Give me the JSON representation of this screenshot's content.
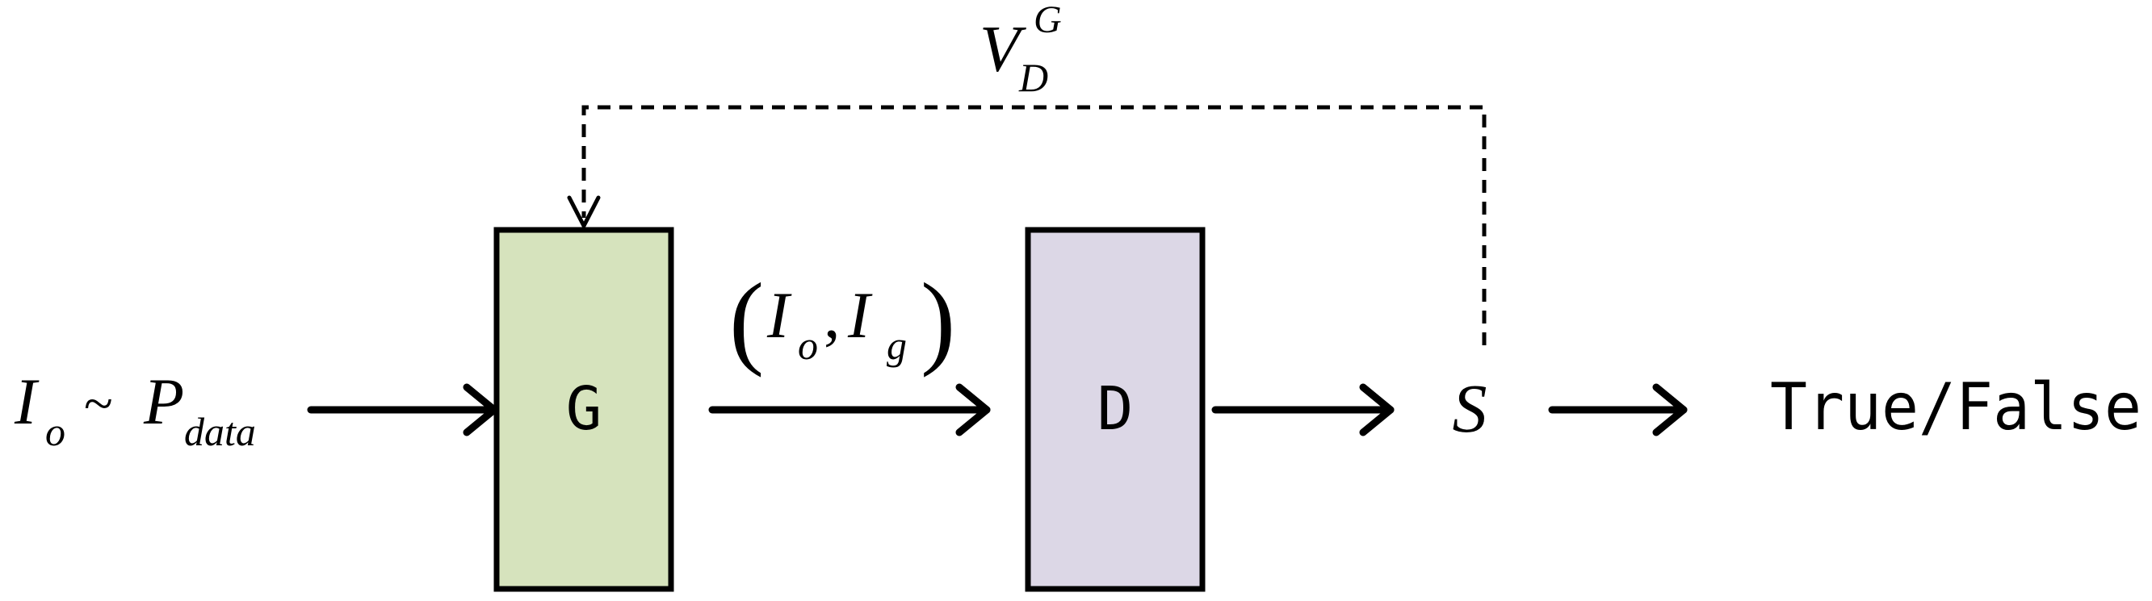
{
  "input_label": {
    "var": "I",
    "sub": "o",
    "tilde": "~",
    "dist": "P",
    "dist_sub": "data"
  },
  "generator_block": {
    "label": "G",
    "fill": "#d6e3bd"
  },
  "pair_label": {
    "open": "(",
    "var1": "I",
    "sub1": "o",
    "comma": ",",
    "var2": "I",
    "sub2": "g",
    "close": ")"
  },
  "discriminator_block": {
    "label": "D",
    "fill": "#dcd7e6"
  },
  "score_label": "S",
  "output_label": "True/False",
  "feedback_label": {
    "var": "V",
    "sub": "D",
    "sup": "G"
  }
}
